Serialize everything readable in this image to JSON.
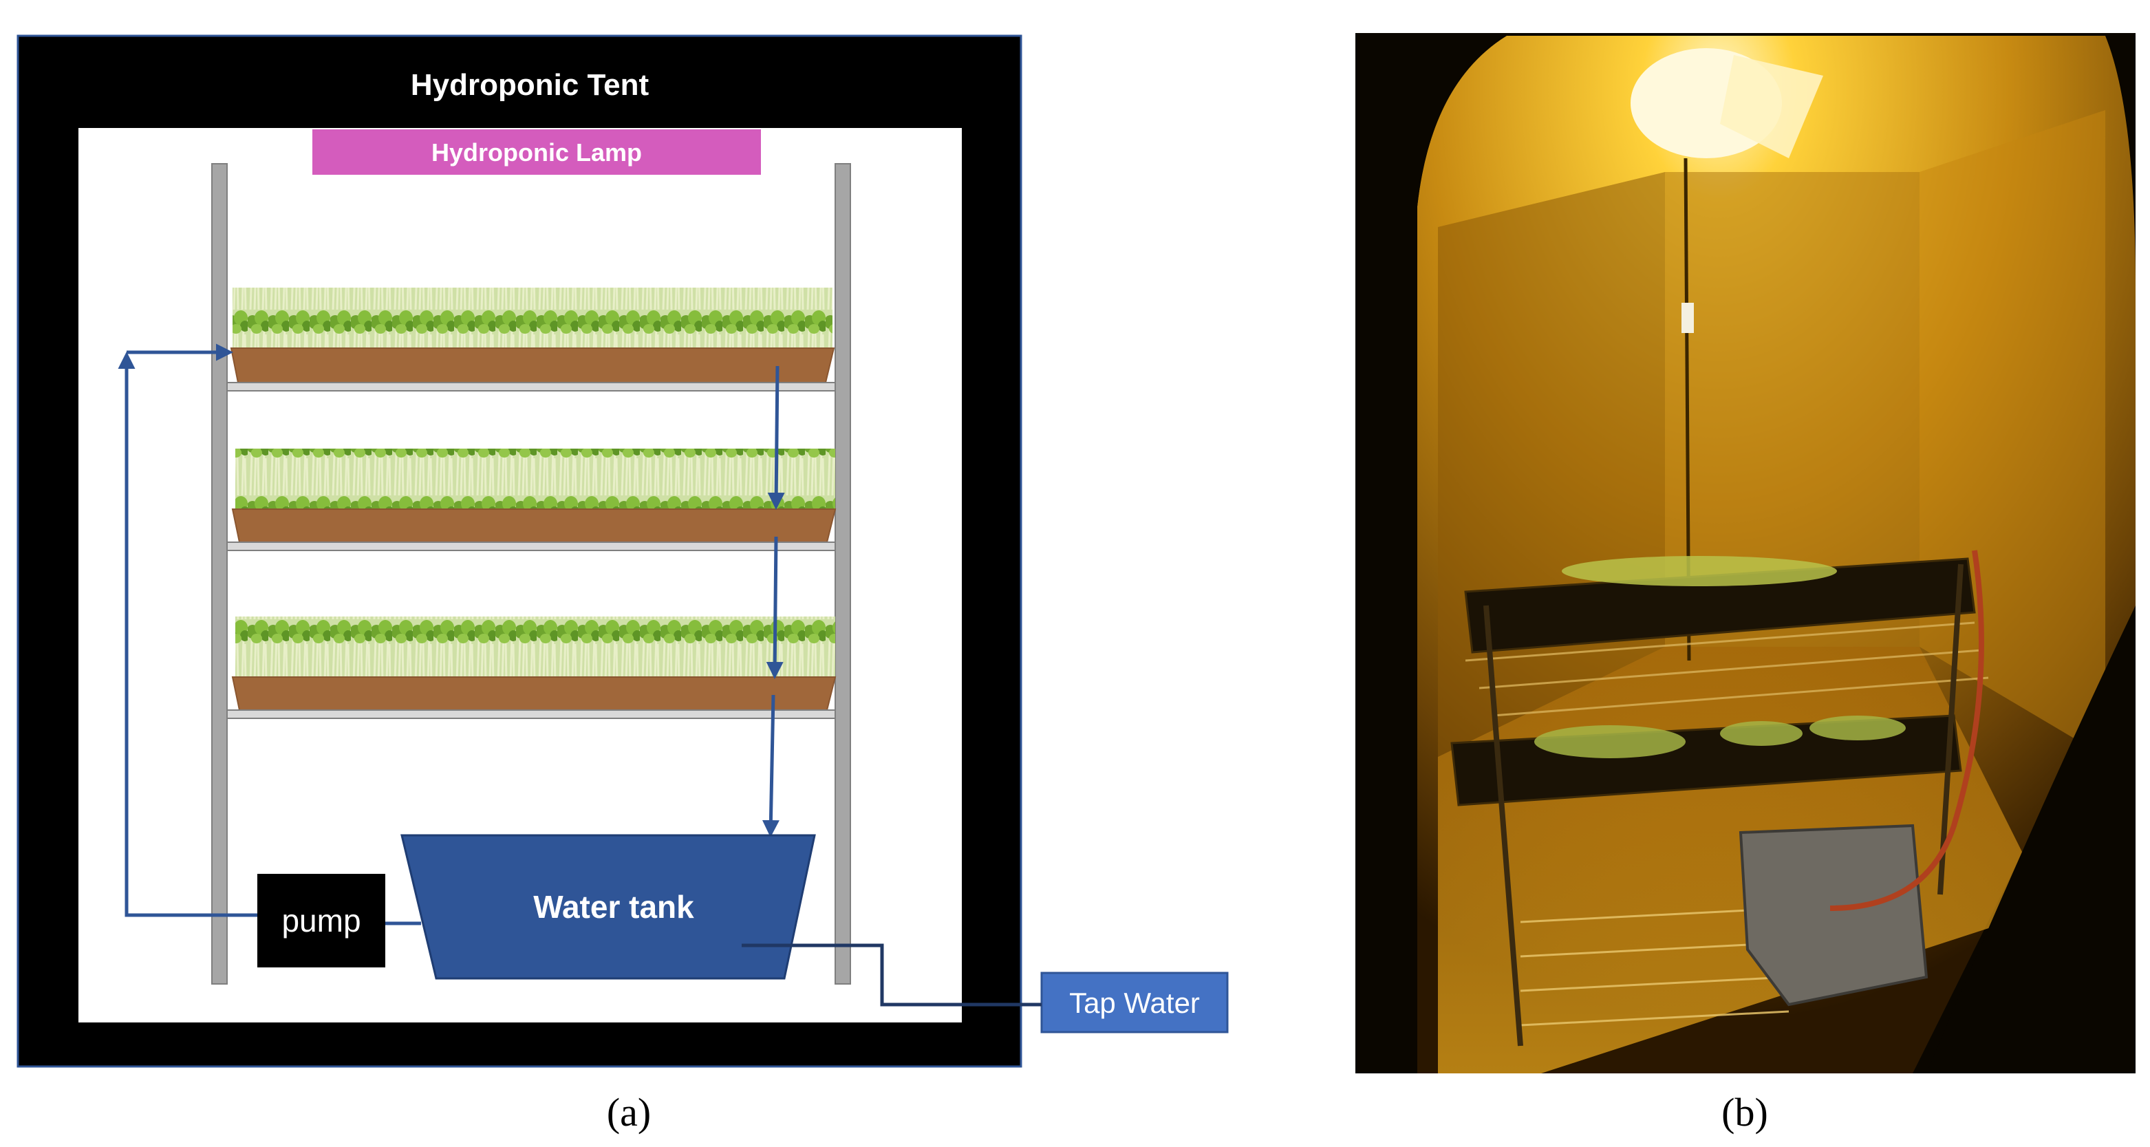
{
  "panel_a": {
    "tent_label": "Hydroponic Tent",
    "lamp_label": "Hydroponic Lamp",
    "pump_label": "pump",
    "tank_label": "Water tank",
    "tap_label": "Tap Water",
    "caption": "(a)"
  },
  "panel_b": {
    "caption": "(b)"
  },
  "colors": {
    "tent_border": "#000000",
    "lamp": "#d45cbd",
    "tank": "#2f5597",
    "tap_box": "#4472c4",
    "arrow": "#2f5597",
    "tray": "#a0673a",
    "rack_post": "#9e9e9e",
    "plants": "#7db33a"
  }
}
